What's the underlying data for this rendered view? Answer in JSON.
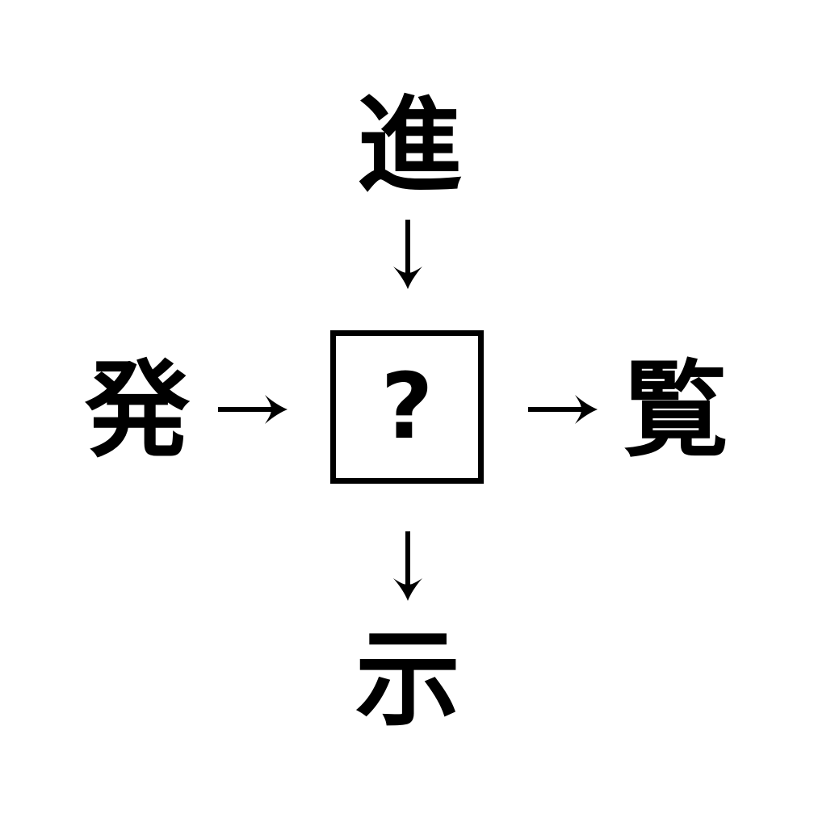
{
  "puzzle": {
    "top_kanji": "進",
    "left_kanji": "発",
    "right_kanji": "覧",
    "bottom_kanji": "示",
    "center_placeholder": "?"
  },
  "icons": {
    "top_arrow": "arrow-down",
    "left_arrow": "arrow-right",
    "right_arrow": "arrow-right",
    "bottom_arrow": "arrow-down"
  },
  "colors": {
    "ink": "#000000",
    "background": "#ffffff"
  }
}
